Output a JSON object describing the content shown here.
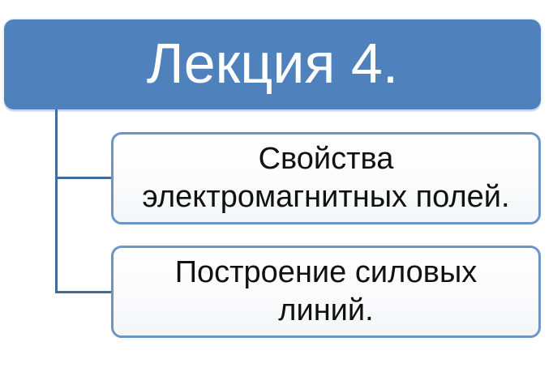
{
  "diagram": {
    "type": "hierarchy",
    "root": {
      "label": "Лекция 4."
    },
    "children": [
      {
        "lines": [
          "Свойства",
          "электромагнитных полей."
        ]
      },
      {
        "lines": [
          "Построение силовых",
          "линий."
        ]
      }
    ]
  },
  "colors": {
    "root_fill": "#4F81BD",
    "root_text": "#FFFFFF",
    "connector": "#466A9C",
    "child_border": "#6C96C6",
    "child_fill_top": "#FFFFFF",
    "child_fill_bottom": "#F4F6F9",
    "child_text": "#111111",
    "background": "#FFFFFF"
  }
}
